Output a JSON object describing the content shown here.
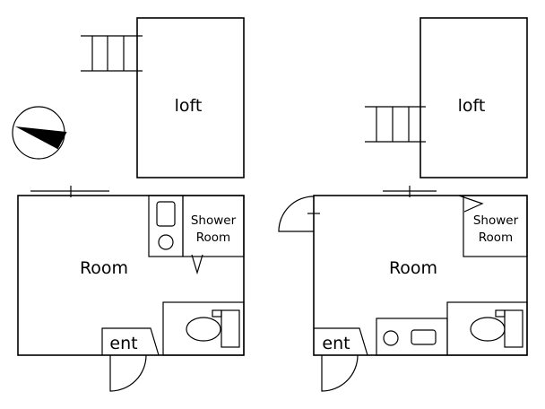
{
  "plans": {
    "left": {
      "loft": "loft",
      "room": "Room",
      "shower_line1": "Shower",
      "shower_line2": "Room",
      "entrance": "ent"
    },
    "right": {
      "loft": "loft",
      "room": "Room",
      "shower_line1": "Shower",
      "shower_line2": "Room",
      "entrance": "ent"
    }
  },
  "compass": {
    "icon": "north-arrow-icon"
  }
}
